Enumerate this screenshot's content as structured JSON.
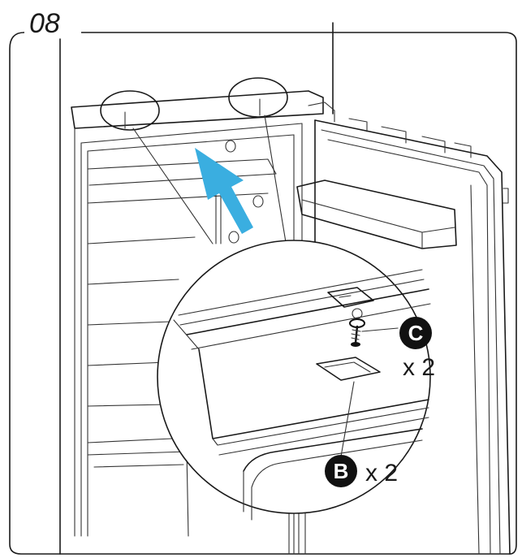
{
  "step": {
    "number": "08"
  },
  "callouts": [
    {
      "letter": "C",
      "quantity": "x 2"
    },
    {
      "letter": "B",
      "quantity": "x 2"
    }
  ],
  "colors": {
    "line": "#1a1a1a",
    "arrow": "#3aaee0",
    "badge": "#111111"
  },
  "icons": {
    "arrow": "up-left-arrow-icon",
    "screw": "screw-icon"
  }
}
